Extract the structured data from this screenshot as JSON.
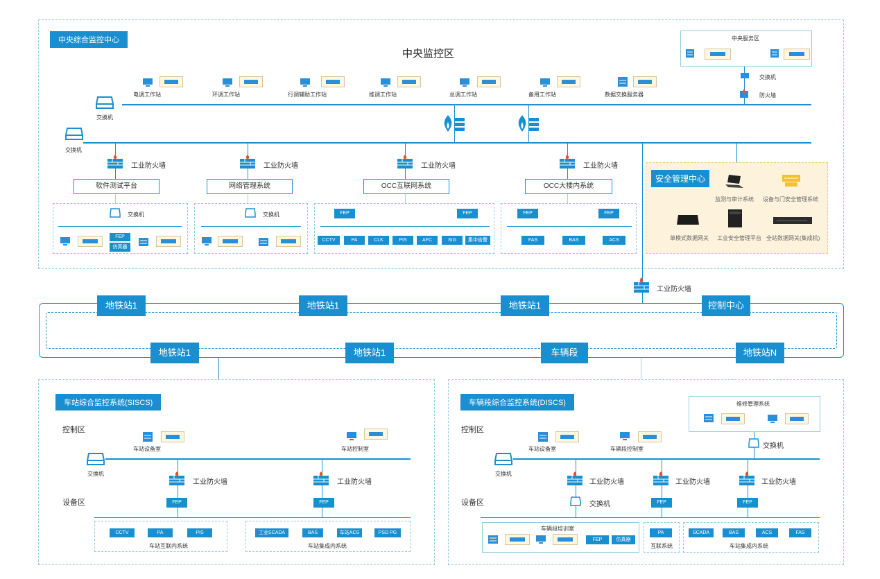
{
  "central": {
    "tag": "中央综合监控中心",
    "zone_title": "中央监控区",
    "service_area": "中央服务区",
    "service_switch": "交换机",
    "service_firewall": "防火墙",
    "top_switch": "交换机",
    "main_switch": "交换机",
    "workstations": [
      "电调工作站",
      "环调工作站",
      "行调辅助工作站",
      "维调工作站",
      "总调工作站",
      "备用工作站",
      "数据交换服务器"
    ],
    "firewall_label": "工业防火墙",
    "systems": [
      "软件测试平台",
      "网络管理系统",
      "OCC互联网系统",
      "OCC大楼内系统"
    ],
    "sub_switch": "交换机",
    "fep": "FEP",
    "emulator": "仿真器",
    "occ_net_items": [
      "CCTV",
      "PA",
      "CLK",
      "PIS",
      "AFC",
      "SIG",
      "集中告警"
    ],
    "occ_bldg_items": [
      "FAS",
      "BAS",
      "ACS"
    ]
  },
  "security": {
    "title": "安全管理中心",
    "items": [
      "监测与审计系统",
      "设备与门安全管理系统",
      "单模式数据网关",
      "工业安全管理平台",
      "全站数据网关(集成机)"
    ]
  },
  "ring": {
    "firewall_label": "工业防火墙",
    "top_stations": [
      "地铁站1",
      "地铁站1",
      "地铁站1",
      "控制中心"
    ],
    "bottom_stations": [
      "地铁站1",
      "地铁站1",
      "车辆段",
      "地铁站N"
    ]
  },
  "siscs": {
    "tag": "车站综合监控系统(SISCS)",
    "control_zone": "控制区",
    "device_zone": "设备区",
    "switch": "交换机",
    "equipment_room": "车站设备室",
    "control_room": "车站控制室",
    "firewall_label": "工业防火墙",
    "fep": "FEP",
    "interconnect_items": [
      "CCTV",
      "PA",
      "PIS"
    ],
    "interconnect_label": "车站互联内系统",
    "integrated_items": [
      "工业SCADA",
      "BAS",
      "车站ACS",
      "PSD PG"
    ],
    "integrated_label": "车站集成内系统"
  },
  "discs": {
    "tag": "车辆段综合监控系统(DISCS)",
    "control_zone": "控制区",
    "device_zone": "设备区",
    "switch": "交换机",
    "maintenance": "维修管理系统",
    "maint_switch": "交换机",
    "equipment_room": "车站设备室",
    "control_room": "车辆段控制室",
    "firewall_label": "工业防火墙",
    "fep": "FEP",
    "sub_switch": "交换机",
    "training_room": "车辆段培训室",
    "training_fep": "FEP",
    "emulator": "仿真器",
    "pa_item": "PA",
    "interconnect_label": "互联系统",
    "integrated_items": [
      "SCADA",
      "BAS",
      "ACS",
      "FAS"
    ],
    "integrated_label": "车站集成内系统"
  },
  "colors": {
    "primary": "#1a8fd0",
    "frame": "#8fcde0",
    "security_bg": "#fdf3dc",
    "firewall_red": "#e0552b"
  }
}
